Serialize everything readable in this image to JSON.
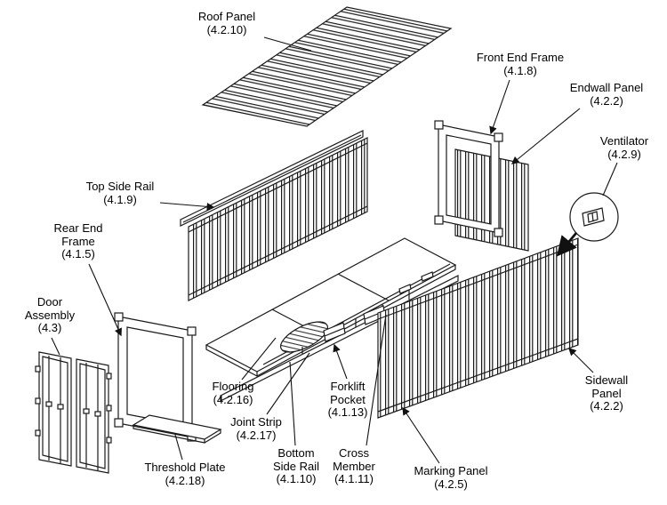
{
  "labels": {
    "roof_panel": {
      "name": "Roof Panel",
      "ref": "(4.2.10)"
    },
    "front_end_frame": {
      "name": "Front End Frame",
      "ref": "(4.1.8)"
    },
    "endwall_panel": {
      "name": "Endwall Panel",
      "ref": "(4.2.2)"
    },
    "ventilator": {
      "name": "Ventilator",
      "ref": "(4.2.9)"
    },
    "top_side_rail": {
      "name": "Top Side Rail",
      "ref": "(4.1.9)"
    },
    "rear_end_frame": {
      "name": "Rear End Frame",
      "ref": "(4.1.5)"
    },
    "door_assembly": {
      "name": "Door Assembly",
      "ref": "(4.3)"
    },
    "flooring": {
      "name": "Flooring",
      "ref": "(4.2.16)"
    },
    "joint_strip": {
      "name": "Joint Strip",
      "ref": "(4.2.17)"
    },
    "bottom_side_rail": {
      "name": "Bottom Side Rail",
      "ref": "(4.1.10)"
    },
    "cross_member": {
      "name": "Cross Member",
      "ref": "(4.1.11)"
    },
    "forklift_pocket": {
      "name": "Forklift Pocket",
      "ref": "(4.1.13)"
    },
    "marking_panel": {
      "name": "Marking Panel",
      "ref": "(4.2.5)"
    },
    "threshold_plate": {
      "name": "Threshold Plate",
      "ref": "(4.2.18)"
    },
    "sidewall_panel": {
      "name": "Sidewall Panel",
      "ref": "(4.2.2)"
    }
  }
}
